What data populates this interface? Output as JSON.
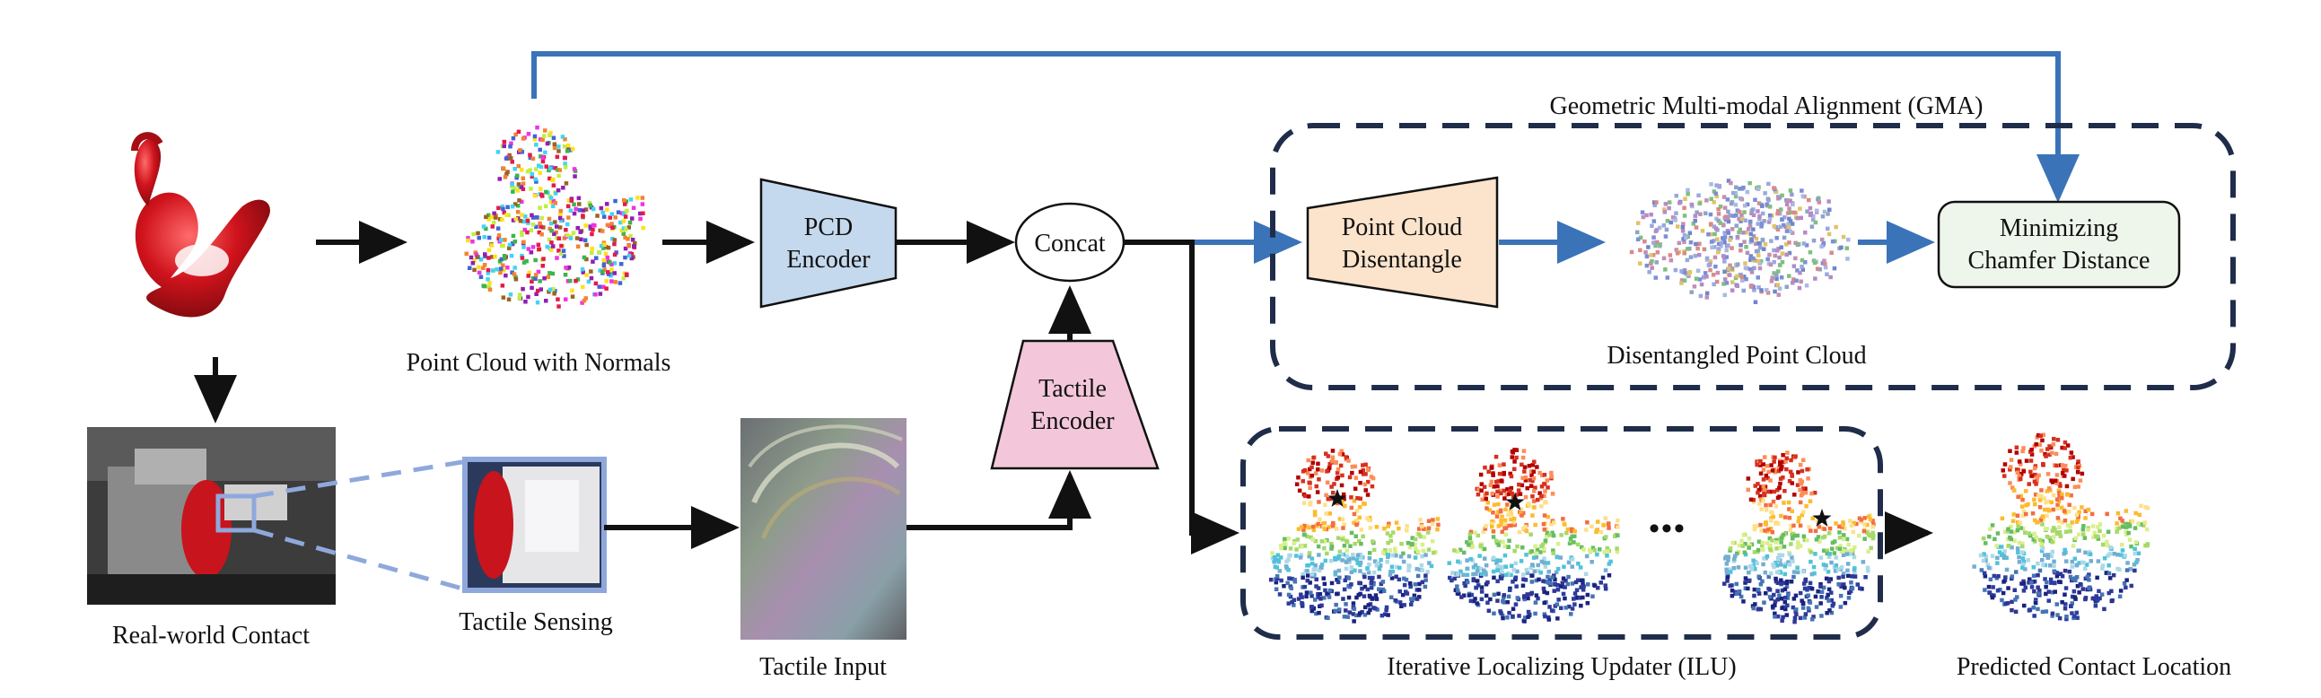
{
  "labels": {
    "point_cloud_with_normals": "Point Cloud with Normals",
    "real_world_contact": "Real-world Contact",
    "tactile_sensing": "Tactile Sensing",
    "tactile_input": "Tactile Input",
    "gma_title": "Geometric Multi-modal Alignment (GMA)",
    "disentangled_point_cloud": "Disentangled Point Cloud",
    "ilu_title": "Iterative Localizing Updater (ILU)",
    "predicted_contact_location": "Predicted Contact Location",
    "ellipsis": "•••"
  },
  "boxes": {
    "pcd_encoder_line1": "PCD",
    "pcd_encoder_line2": "Encoder",
    "concat": "Concat",
    "tactile_encoder_line1": "Tactile",
    "tactile_encoder_line2": "Encoder",
    "disentangle_line1": "Point Cloud",
    "disentangle_line2": "Disentangle",
    "chamfer_line1": "Minimizing",
    "chamfer_line2": "Chamfer Distance"
  },
  "colors": {
    "blue_arrow": "#3a73b8",
    "black_arrow": "#111111",
    "dashed_border": "#1f2d4a",
    "pcd_encoder_fill": "#c5d9ee",
    "tactile_encoder_fill": "#f3c7d9",
    "disentangle_fill": "#fbe3cc",
    "chamfer_fill": "#eef5ea",
    "swan_red": "#c8141c"
  },
  "icons": [
    "swan-figure",
    "point-cloud-image",
    "robot-contact-photo",
    "tactile-sensor-photo",
    "tactile-gel-image",
    "heatmap-point-cloud",
    "star-marker"
  ]
}
